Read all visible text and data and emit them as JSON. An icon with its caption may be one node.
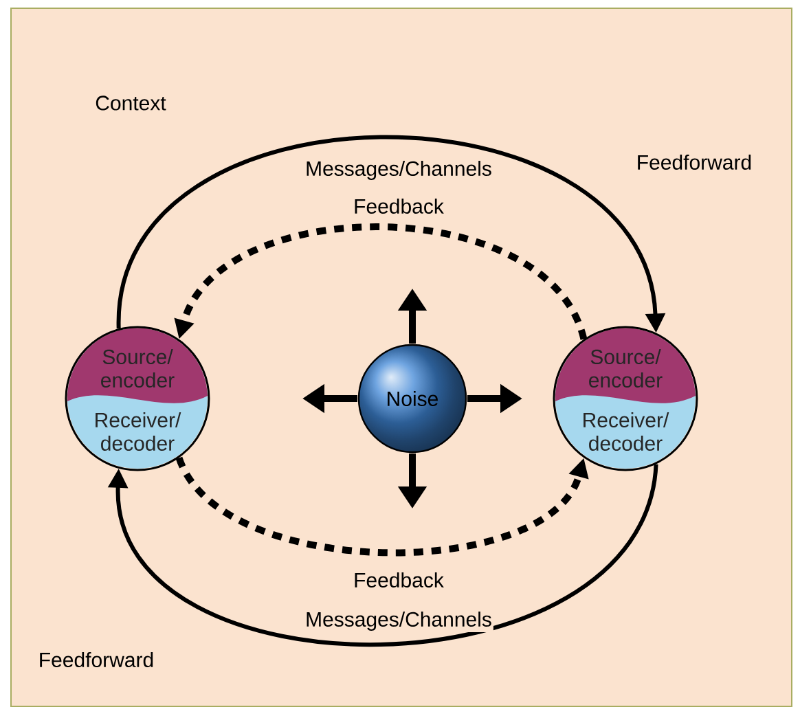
{
  "diagram": {
    "nodes": [
      {
        "text": [
          "Source/ encoder",
          "Receiver/ decoder"
        ]
      },
      {
        "text": [
          "Noise"
        ]
      },
      {
        "text": [
          "Source/ encoder",
          "Receiver/ decoder"
        ]
      }
    ],
    "edges": [
      {
        "from": 0,
        "to": 2,
        "arrow": "to",
        "label": "Messages/Channels"
      },
      {
        "from": 2,
        "to": 0,
        "arrow": "to",
        "label": "Feedback",
        "style": "dashed"
      },
      {
        "from": 2,
        "to": 0,
        "arrow": "to",
        "label": "Messages/Channels"
      },
      {
        "from": 0,
        "to": 2,
        "arrow": "to",
        "label": "Feedback",
        "style": "dashed"
      }
    ],
    "labels": [
      "Context",
      "Feedforward",
      "Feedforward"
    ]
  }
}
